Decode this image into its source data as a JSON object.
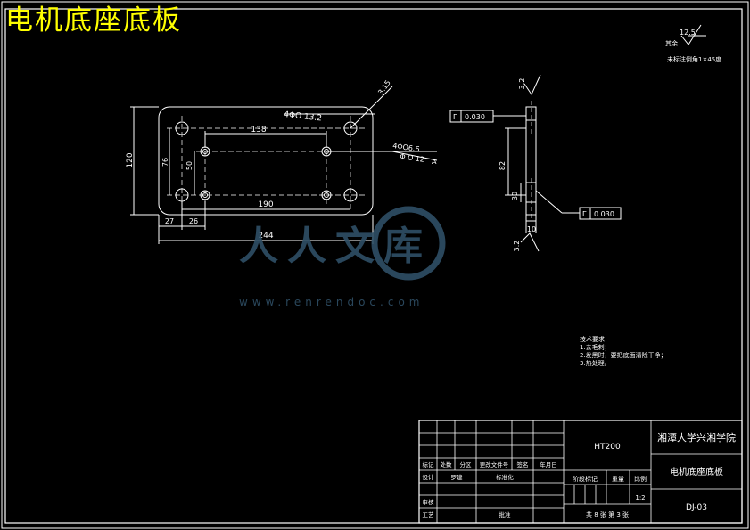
{
  "title": "电机底座底板",
  "dims": {
    "hole4": "4ΦO 13.2",
    "hole4b": "4ΦO6.6",
    "pos_tol": "Φ O 12",
    "d138": "138",
    "d190": "190",
    "d244": "244",
    "d27": "27",
    "d26": "26",
    "d120": "120",
    "d76": "76",
    "d50": "50",
    "d82": "82",
    "d30": "30",
    "d10": "10",
    "rough1": "3.2",
    "rough2": "3.2",
    "rough3": "3.15",
    "flat1": "0.030",
    "flat2": "0.030",
    "sym_a": "A",
    "sym_f": "Γ"
  },
  "roughness_note": {
    "value": "12.5",
    "label": "其余",
    "chamfer": "未标注倒角1×45度"
  },
  "tech_notes": [
    "技术要求",
    "1.去毛刺；",
    "2.发黑时，要把底面清除干净；",
    "3.热处理。"
  ],
  "title_block": {
    "material": "HT200",
    "school": "湘潭大学兴湘学院",
    "part_name": "电机底座底板",
    "drawing_no": "DJ-03",
    "scale": "1:2",
    "sheet_info": "共 8 张   第 3 张",
    "row_headers": [
      "标记",
      "处数",
      "分区",
      "更改文件号",
      "签名",
      "年月日"
    ],
    "designer_label": "设计",
    "designer_name": "罗建",
    "standard_label": "标准化",
    "review_label": "审核",
    "process_label": "工艺",
    "approve_label": "批准",
    "stage_label": "阶段标记",
    "weight_label": "重量",
    "scale_label": "比例"
  },
  "watermark": {
    "main": "人人文库",
    "url": "www.renrendoc.com"
  }
}
